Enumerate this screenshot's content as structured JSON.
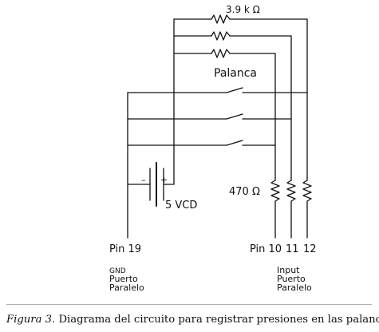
{
  "labels": {
    "resistor_top": "3.9 k Ω",
    "switch_group": "Palanca",
    "resistor_bottom": "470 Ω",
    "battery_minus": "–",
    "battery_plus": "+",
    "battery_voltage": "5 VCD",
    "pin_ground": "Pin 19",
    "pin_inputs": [
      "Pin 10",
      "11",
      "12"
    ],
    "ground_port": [
      "GND",
      "Puerto",
      "Paralelo"
    ],
    "input_port": [
      "Input",
      "Puerto",
      "Paralelo"
    ]
  },
  "caption": {
    "figure": "Figura 3.",
    "text": "Diagrama del circuito para registrar presiones en las palancas."
  }
}
